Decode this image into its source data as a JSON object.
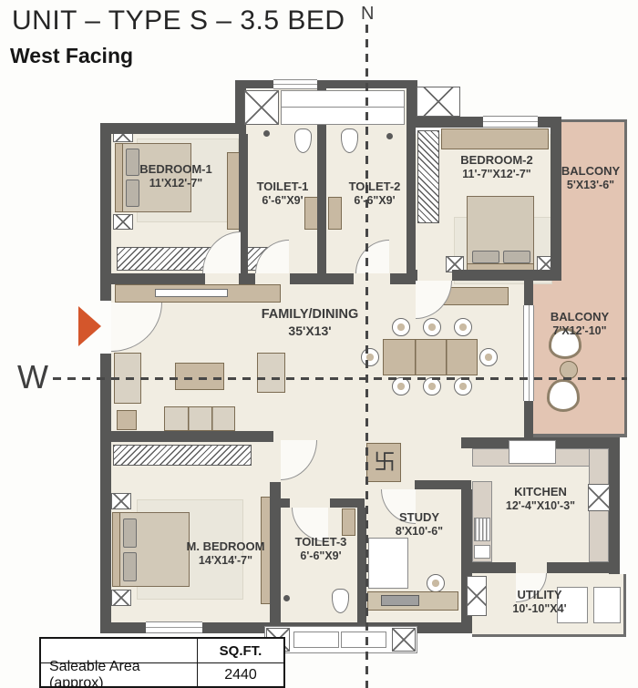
{
  "header": {
    "title": "UNIT – TYPE S – 3.5 BED",
    "subtitle": "West Facing"
  },
  "compass": {
    "north": "N",
    "west": "W"
  },
  "rooms": [
    {
      "id": "bedroom-1",
      "name": "BEDROOM-1",
      "dims": "11'X12'-7\""
    },
    {
      "id": "toilet-1",
      "name": "TOILET-1",
      "dims": "6'-6\"X9'"
    },
    {
      "id": "toilet-2",
      "name": "TOILET-2",
      "dims": "6'-6\"X9'"
    },
    {
      "id": "bedroom-2",
      "name": "BEDROOM-2",
      "dims": "11'-7\"X12'-7\""
    },
    {
      "id": "balcony-1",
      "name": "BALCONY",
      "dims": "5'X13'-6\""
    },
    {
      "id": "family-dining",
      "name": "FAMILY/DINING",
      "dims": "35'X13'"
    },
    {
      "id": "balcony-2",
      "name": "BALCONY",
      "dims": "7'X12'-10\""
    },
    {
      "id": "m-bedroom",
      "name": "M. BEDROOM",
      "dims": "14'X14'-7\""
    },
    {
      "id": "toilet-3",
      "name": "TOILET-3",
      "dims": "6'-6\"X9'"
    },
    {
      "id": "study",
      "name": "STUDY",
      "dims": "8'X10'-6\""
    },
    {
      "id": "kitchen",
      "name": "KITCHEN",
      "dims": "12'-4\"X10'-3\""
    },
    {
      "id": "utility",
      "name": "UTILITY",
      "dims": "10'-10\"X4'"
    }
  ],
  "area_table": {
    "col_header": "SQ.FT.",
    "rows": [
      {
        "label": "Saleable Area (approx)",
        "value": "2440"
      }
    ]
  },
  "symbols": {
    "swastika": "卐"
  },
  "colors": {
    "wall": "#575756",
    "floor": "#f1ede2",
    "balcony": "#e3c5b3",
    "wood": "#c8b9a2",
    "entry_arrow": "#d4562b",
    "axis_dash": "#474747"
  }
}
